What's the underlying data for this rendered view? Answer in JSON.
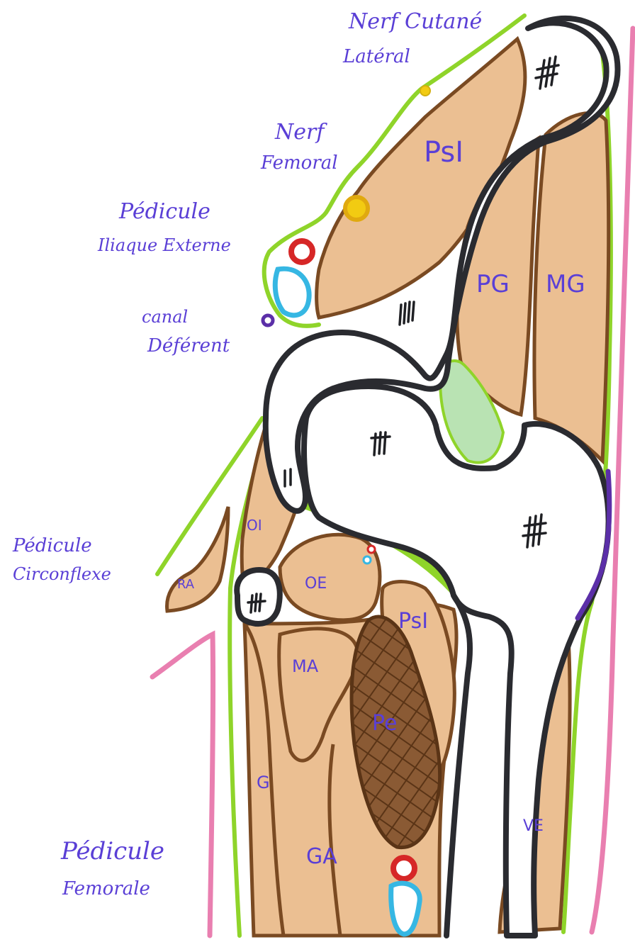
{
  "annotations": {
    "nerf_cutane_1": "Nerf Cutané",
    "nerf_cutane_2": "Latéral",
    "nerf_femoral_1": "Nerf",
    "nerf_femoral_2": "Femoral",
    "pedicule_iliaque_1": "Pédicule",
    "pedicule_iliaque_2": "Iliaque Externe",
    "canal_deferent_1": "canal",
    "canal_deferent_2": "Déférent",
    "pedicule_circonflexe_1": "Pédicule",
    "pedicule_circonflexe_2": "Circonflexe",
    "pedicule_femoral_1": "Pédicule",
    "pedicule_femoral_2": "Femorale"
  },
  "muscles": {
    "psoas_upper": "PsI",
    "petit_fessier": "PG",
    "moyen_fessier": "MG",
    "obturateur_interne": "OI",
    "obturateur_externe": "OE",
    "droit_anterieur": "RA",
    "psoas_lower": "PsI",
    "moyen_adducteur": "MA",
    "pectine": "Pe",
    "gracile": "G",
    "grand_adducteur": "GA",
    "vaste_externe": "VE"
  },
  "colors": {
    "bone_outline": "#2a2b30",
    "muscle_outline": "#7a4a22",
    "muscle_fill": "#ebbf92",
    "fascia": "#8fd42a",
    "skin": "#e97fb0",
    "artery": "#d62727",
    "vein": "#36b7e3",
    "nerve": "#f2cb12",
    "canal": "#5b2fa8",
    "ligament": "#9fd79a",
    "label": "#5a3fd6"
  }
}
